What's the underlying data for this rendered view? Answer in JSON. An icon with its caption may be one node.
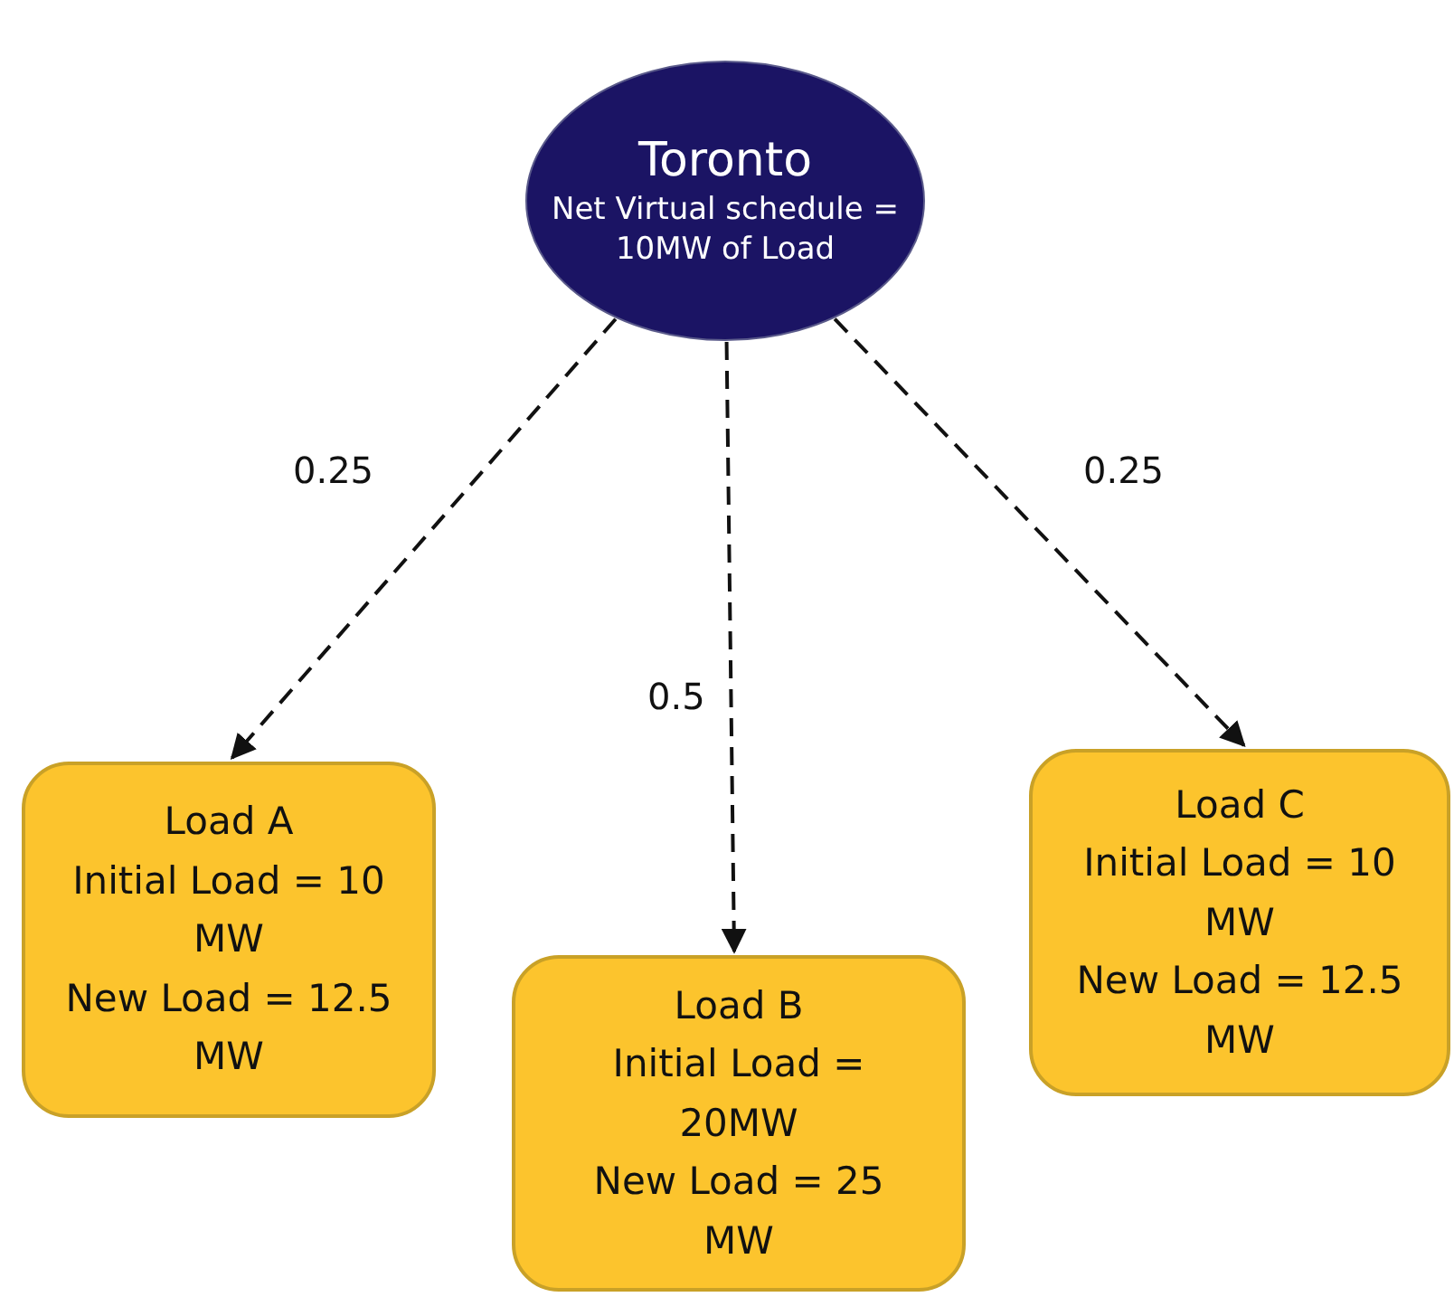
{
  "diagram": {
    "nodes": [
      {
        "text": [
          "Toronto",
          "Net Virtual schedule = 10MW of Load"
        ]
      },
      {
        "text": [
          "Load A",
          "Initial Load = 10 MW",
          "New Load = 12.5 MW"
        ]
      },
      {
        "text": [
          "Load B",
          "Initial Load = 20MW",
          "New Load = 25 MW"
        ]
      },
      {
        "text": [
          "Load C",
          "Initial Load = 10 MW",
          "New Load = 12.5 MW"
        ]
      }
    ],
    "edges": [
      {
        "from": 0,
        "to": 1,
        "arrow": "to",
        "label": "0.25",
        "style": "dashed"
      },
      {
        "from": 0,
        "to": 2,
        "arrow": "to",
        "label": "0.5",
        "style": "dashed"
      },
      {
        "from": 0,
        "to": 3,
        "arrow": "to",
        "label": "0.25",
        "style": "dashed"
      }
    ]
  }
}
